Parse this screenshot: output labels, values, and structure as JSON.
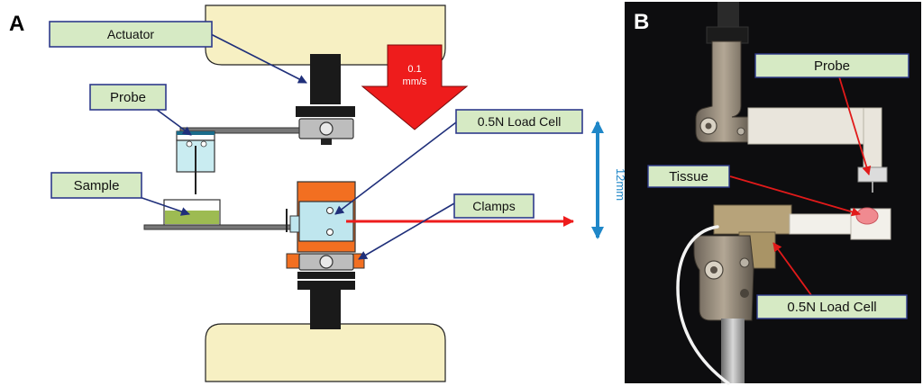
{
  "panels": {
    "a": {
      "letter": "A"
    },
    "b": {
      "letter": "B"
    }
  },
  "diagram_labels": {
    "actuator": "Actuator",
    "probe": "Probe",
    "sample": "Sample",
    "load_cell": "0.5N Load Cell",
    "clamps": "Clamps",
    "speed_line1": "0.1",
    "speed_line2": "mm/s",
    "travel": "12mm"
  },
  "photo_labels": {
    "probe": "Probe",
    "tissue": "Tissue",
    "load_cell": "0.5N Load Cell"
  },
  "colors": {
    "label_fill": "#d6eac4",
    "label_border": "#2e3a8c",
    "leader_line": "#1f2f7a",
    "base_fill": "#f7f0c3",
    "motion_arrow": "#ee1c1c",
    "travel_arrow": "#1f87c8",
    "load_cell_body": "#f26f21",
    "load_cell_face": "#bfe6ee",
    "photo_background": "#0d0d0f"
  }
}
